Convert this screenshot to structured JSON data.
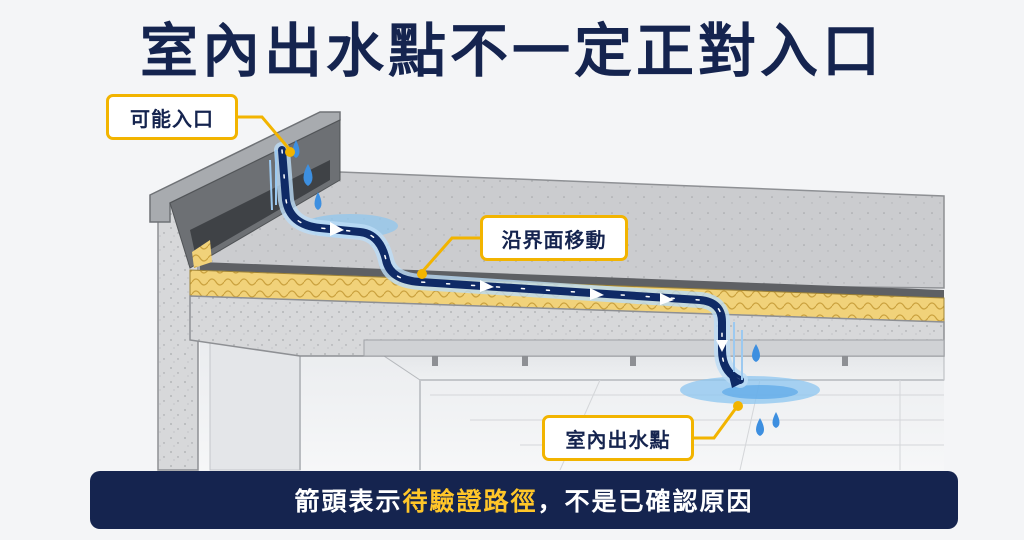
{
  "title": "室內出水點不一定正對入口",
  "labels": {
    "entry": "可能入口",
    "interface": "沿界面移動",
    "indoor": "室內出水點"
  },
  "banner": {
    "before": "箭頭表示",
    "highlight": "待驗證路徑",
    "after": "，不是已確認原因"
  },
  "colors": {
    "navy": "#15244f",
    "accent": "#f2b400",
    "water": "#3d8fe0",
    "path": "#0f2a66"
  }
}
